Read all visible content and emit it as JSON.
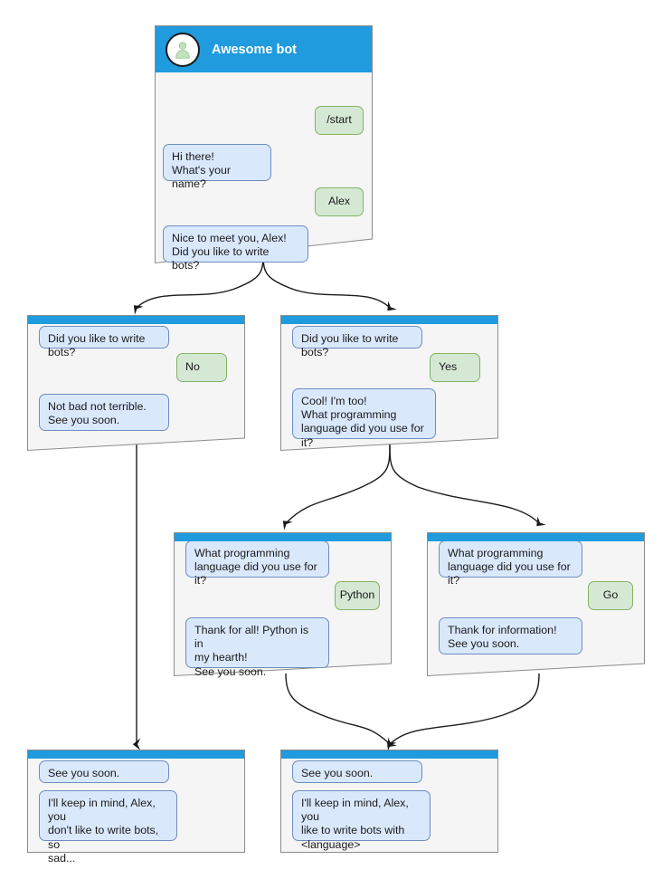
{
  "diagram": {
    "title": "Awesome bot conversation flow",
    "colors": {
      "titlebar": "#1f9bde",
      "card_bg": "#f5f5f5",
      "card_border": "#8c8c8c",
      "bot_bubble_bg": "#dae8fc",
      "bot_bubble_border": "#6c8ebf",
      "user_bubble_bg": "#d5e8d4",
      "user_bubble_border": "#82b366",
      "connector": "#1a1a1a",
      "avatar_fill": "#c3e0bf"
    }
  },
  "cards": {
    "start": {
      "header_title": "Awesome bot",
      "avatar_icon": "person-avatar-icon",
      "messages": [
        {
          "role": "user",
          "text": "/start"
        },
        {
          "role": "bot",
          "text": "Hi there!\nWhat's your name?"
        },
        {
          "role": "user",
          "text": "Alex"
        },
        {
          "role": "bot",
          "text": "Nice to meet you, Alex!\nDid you like to write bots?"
        }
      ]
    },
    "no_branch": {
      "messages": [
        {
          "role": "bot",
          "text": "Did you like to write bots?"
        },
        {
          "role": "user",
          "text": "No"
        },
        {
          "role": "bot",
          "text": "Not bad not terrible.\nSee you soon."
        }
      ]
    },
    "yes_branch": {
      "messages": [
        {
          "role": "bot",
          "text": "Did you like to write bots?"
        },
        {
          "role": "user",
          "text": "Yes"
        },
        {
          "role": "bot",
          "text": "Cool! I'm too!\nWhat programming\nlanguage did you use for it?"
        }
      ]
    },
    "python_branch": {
      "messages": [
        {
          "role": "bot",
          "text": "What programming\nlanguage did you use for it?"
        },
        {
          "role": "user",
          "text": "Python"
        },
        {
          "role": "bot",
          "text": "Thank for all! Python is in\nmy hearth!\nSee you soon."
        }
      ]
    },
    "go_branch": {
      "messages": [
        {
          "role": "bot",
          "text": "What programming\nlanguage did you use for it?"
        },
        {
          "role": "user",
          "text": "Go"
        },
        {
          "role": "bot",
          "text": "Thank for information!\nSee you soon."
        }
      ]
    },
    "end_no": {
      "messages": [
        {
          "role": "bot",
          "text": "See you soon."
        },
        {
          "role": "bot",
          "text": "I'll keep in mind, Alex, you\ndon't like to write bots, so\nsad..."
        }
      ]
    },
    "end_yes": {
      "messages": [
        {
          "role": "bot",
          "text": "See you soon."
        },
        {
          "role": "bot",
          "text": "I'll keep in mind, Alex, you\nlike to write bots with\n<language>"
        }
      ]
    }
  }
}
